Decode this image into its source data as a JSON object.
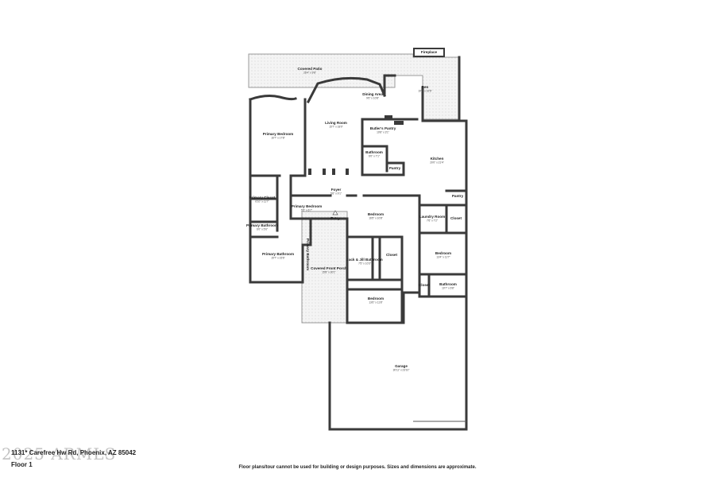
{
  "address": "1131* Carefree Hw Rd, Phoenix, AZ 85042",
  "floor_label": "Floor 1",
  "disclaimer": "Floor plans/tour cannot be used for building or design purposes. Sizes and dimensions are approximate.",
  "watermark": "2025 ARMLS",
  "rooms": [
    {
      "id": "covered-patio",
      "name": "Covered Patio",
      "dim": "26'4\" x 9'8\""
    },
    {
      "id": "fireplace",
      "name": "Fireplace",
      "dim": ""
    },
    {
      "id": "dining-area",
      "name": "Dining Area",
      "dim": "9'6\" x 10'8\""
    },
    {
      "id": "den",
      "name": "Den",
      "dim": "19'8\" x 16'6\""
    },
    {
      "id": "primary-bedroom",
      "name": "Primary Bedroom",
      "dim": "16'7\" x 17'8\""
    },
    {
      "id": "living-room",
      "name": "Living Room",
      "dim": "15'7\" x 18'0\""
    },
    {
      "id": "butlers-pantry",
      "name": "Butler's Pantry",
      "dim": "10'8\" x 3'1\""
    },
    {
      "id": "bathroom-1",
      "name": "Bathroom",
      "dim": "6'0\" x 7'1\""
    },
    {
      "id": "kitchen",
      "name": "Kitchen",
      "dim": "20'0\" x 21'4\""
    },
    {
      "id": "pantry-1",
      "name": "Pantry",
      "dim": ""
    },
    {
      "id": "foyer",
      "name": "Foyer",
      "dim": "5'6\" x 9'1\""
    },
    {
      "id": "primary-closet",
      "name": "Primary Closet",
      "dim": "6'10\" x 11'7\""
    },
    {
      "id": "primary-bedroom-2",
      "name": "Primary Bedroom",
      "dim": "5'5\" x 6'7\""
    },
    {
      "id": "pantry-2",
      "name": "Pantry",
      "dim": ""
    },
    {
      "id": "bedroom-1",
      "name": "Bedroom",
      "dim": "16'5\" x 10'8\""
    },
    {
      "id": "laundry-room",
      "name": "Laundry Room",
      "dim": "7'6\" x 7'2\""
    },
    {
      "id": "closet-1",
      "name": "Closet",
      "dim": ""
    },
    {
      "id": "entry",
      "name": "Entry",
      "dim": ""
    },
    {
      "id": "primary-bathroom-1",
      "name": "Primary Bathroom",
      "dim": "6'0\" x 5'6\""
    },
    {
      "id": "primary-bathroom-2",
      "name": "Primary Bathroom",
      "dim": "15'7\" x 15'6\""
    },
    {
      "id": "primary-bathroom-3",
      "name": "Primary Bathroom",
      "dim": ""
    },
    {
      "id": "jack-jill",
      "name": "Jack & Jill Bathroom",
      "dim": "7'5\" x 10'3\""
    },
    {
      "id": "closet-2",
      "name": "Closet",
      "dim": ""
    },
    {
      "id": "bedroom-2",
      "name": "Bedroom",
      "dim": "13'4\" x 11'7\""
    },
    {
      "id": "covered-front-porch",
      "name": "Covered Front Porch",
      "dim": "15'8\" x 30'1\""
    },
    {
      "id": "closet-3",
      "name": "Closet",
      "dim": ""
    },
    {
      "id": "bathroom-2",
      "name": "Bathroom",
      "dim": "10'7\" x 6'8\""
    },
    {
      "id": "bedroom-3",
      "name": "Bedroom",
      "dim": "13'6\" x 11'8\""
    },
    {
      "id": "garage",
      "name": "Garage",
      "dim": "30'11\" x 23'10\""
    }
  ]
}
